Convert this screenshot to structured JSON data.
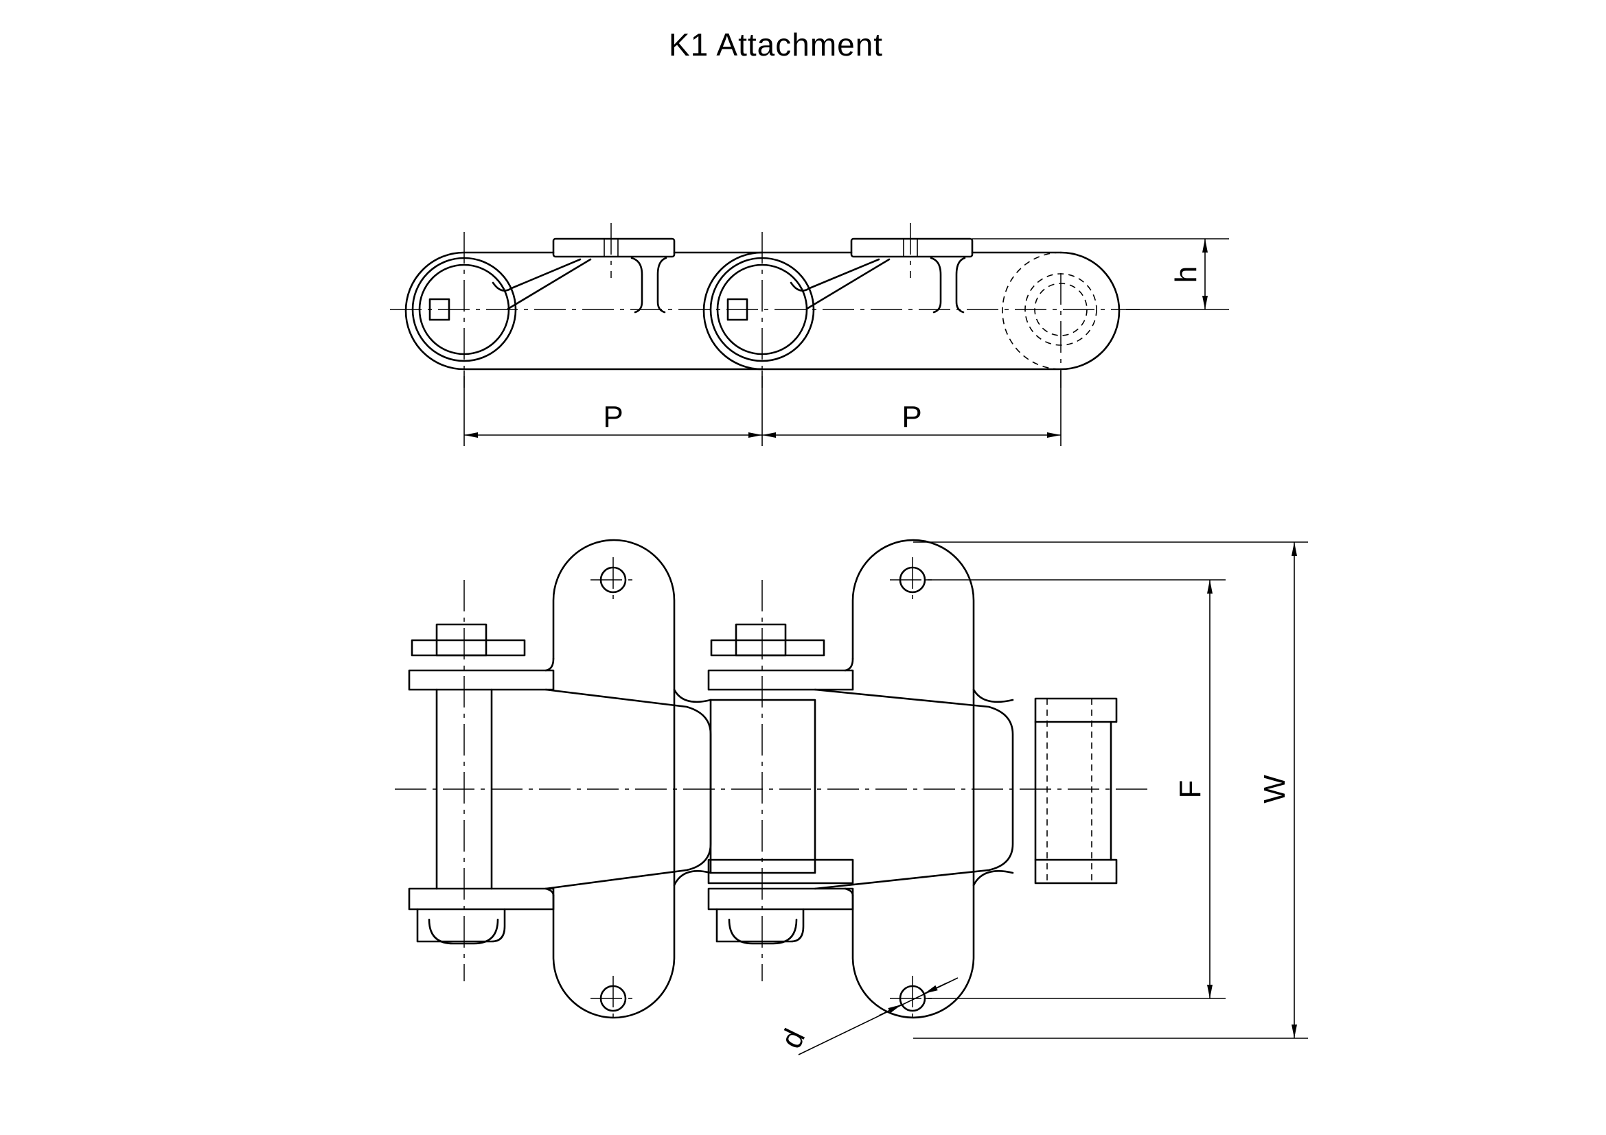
{
  "title": "K1 Attachment",
  "dimensions": {
    "pitch_left": "P",
    "pitch_right": "P",
    "height": "h",
    "hole_diameter": "d",
    "hole_spacing": "F",
    "width": "W"
  },
  "colors": {
    "line": "#000000",
    "background": "#ffffff"
  }
}
